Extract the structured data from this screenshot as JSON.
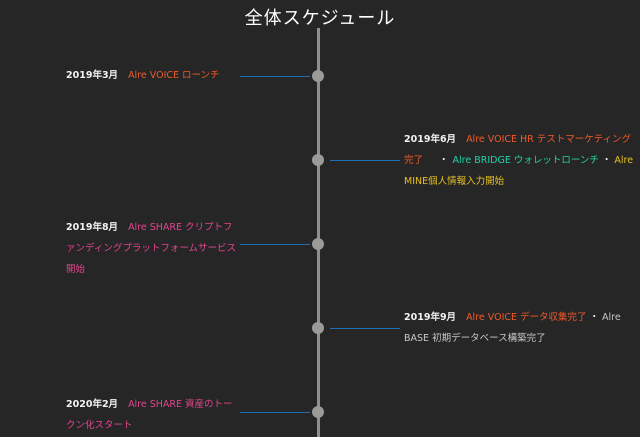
{
  "page": {
    "title": "全体スケジュール"
  },
  "events": [
    {
      "date": "2019年3月",
      "parts": [
        {
          "text": "Alre VOICE ローンチ",
          "color": "#f05a28"
        }
      ]
    },
    {
      "date": "2019年6月",
      "parts": [
        {
          "text": "Alre VOICE HR テストマーケティング完了",
          "color": "#f05a28"
        },
        {
          "text": "・",
          "color": "#ffffff"
        },
        {
          "text": "Alre BRIDGE ウォレットローンチ",
          "color": "#21d3a5"
        },
        {
          "text": "・",
          "color": "#ffffff"
        },
        {
          "text": "Alre MINE個人情報入力開始",
          "color": "#e8c020"
        }
      ]
    },
    {
      "date": "2019年8月",
      "parts": [
        {
          "text": "Alre SHARE クリプトファンディングプラットフォームサービス開始",
          "color": "#e3448f"
        }
      ]
    },
    {
      "date": "2019年9月",
      "parts": [
        {
          "text": "Alre VOICE データ収集完了",
          "color": "#f05a28"
        },
        {
          "text": "・",
          "color": "#ffffff"
        },
        {
          "text": "Alre BASE 初期データベース構築完了",
          "color": "#c8c8c8"
        }
      ]
    },
    {
      "date": "2020年2月",
      "parts": [
        {
          "text": "Alre SHARE 資産のトークン化スタート",
          "color": "#e3448f"
        }
      ]
    }
  ]
}
